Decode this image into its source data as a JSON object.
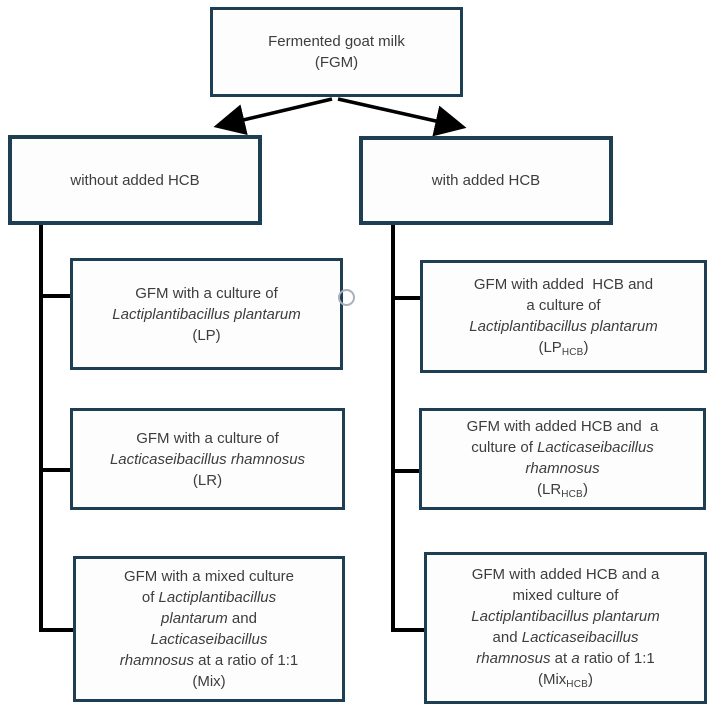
{
  "colors": {
    "box_border": "#1e3e54",
    "connector_line": "#000000",
    "text": "#3d3d3d",
    "background": "#ffffff",
    "artifact_circle": "#a9b0ba"
  },
  "nodes": {
    "root": {
      "lines": [
        [
          {
            "t": "Fermented goat milk"
          }
        ],
        [
          {
            "t": "(FGM)"
          }
        ]
      ]
    },
    "no_hcb": {
      "lines": [
        [
          {
            "t": "without added HCB"
          }
        ]
      ]
    },
    "hcb": {
      "lines": [
        [
          {
            "t": "with added HCB"
          }
        ]
      ]
    },
    "lp": {
      "lines": [
        [
          {
            "t": "GFM with a culture of"
          }
        ],
        [
          {
            "t": "Lactiplantibacillus plantarum",
            "i": true
          }
        ],
        [
          {
            "t": "(LP)"
          }
        ]
      ]
    },
    "lr": {
      "lines": [
        [
          {
            "t": "GFM with a culture of"
          }
        ],
        [
          {
            "t": "Lacticaseibacillus rhamnosus",
            "i": true
          }
        ],
        [
          {
            "t": "(LR)"
          }
        ]
      ]
    },
    "mix": {
      "lines": [
        [
          {
            "t": "GFM with a mixed culture"
          }
        ],
        [
          {
            "t": "of "
          },
          {
            "t": "Lactiplantibacillus",
            "i": true
          }
        ],
        [
          {
            "t": "plantarum",
            "i": true
          },
          {
            "t": " and"
          }
        ],
        [
          {
            "t": "Lacticaseibacillus",
            "i": true
          }
        ],
        [
          {
            "t": "rhamnosus",
            "i": true
          },
          {
            "t": " at a ratio of 1:1"
          }
        ],
        [
          {
            "t": "(Mix)"
          }
        ]
      ]
    },
    "lp_hcb": {
      "lines": [
        [
          {
            "t": "GFM with added  HCB and"
          }
        ],
        [
          {
            "t": "a culture of"
          }
        ],
        [
          {
            "t": "Lactiplantibacillus plantarum",
            "i": true
          }
        ],
        [
          {
            "t": "(LP"
          },
          {
            "t": "HCB",
            "sub": true
          },
          {
            "t": ")"
          }
        ]
      ]
    },
    "lr_hcb": {
      "lines": [
        [
          {
            "t": "GFM with added HCB and  a"
          }
        ],
        [
          {
            "t": "culture of "
          },
          {
            "t": "Lacticaseibacillus",
            "i": true
          }
        ],
        [
          {
            "t": "rhamnosus",
            "i": true
          }
        ],
        [
          {
            "t": "(LR"
          },
          {
            "t": "HCB",
            "sub": true
          },
          {
            "t": ")"
          }
        ]
      ]
    },
    "mix_hcb": {
      "lines": [
        [
          {
            "t": "GFM with added HCB and a"
          }
        ],
        [
          {
            "t": "mixed culture of"
          }
        ],
        [
          {
            "t": "Lactiplantibacillus plantarum",
            "i": true
          }
        ],
        [
          {
            "t": "and "
          },
          {
            "t": "Lacticaseibacillus",
            "i": true
          }
        ],
        [
          {
            "t": "rhamnosus",
            "i": true
          },
          {
            "t": " at "
          },
          {
            "t": "a",
            "i": true
          },
          {
            "t": " ratio of 1:1"
          }
        ],
        [
          {
            "t": "(Mix"
          },
          {
            "t": "HCB",
            "sub": true
          },
          {
            "t": ")"
          }
        ]
      ]
    }
  }
}
